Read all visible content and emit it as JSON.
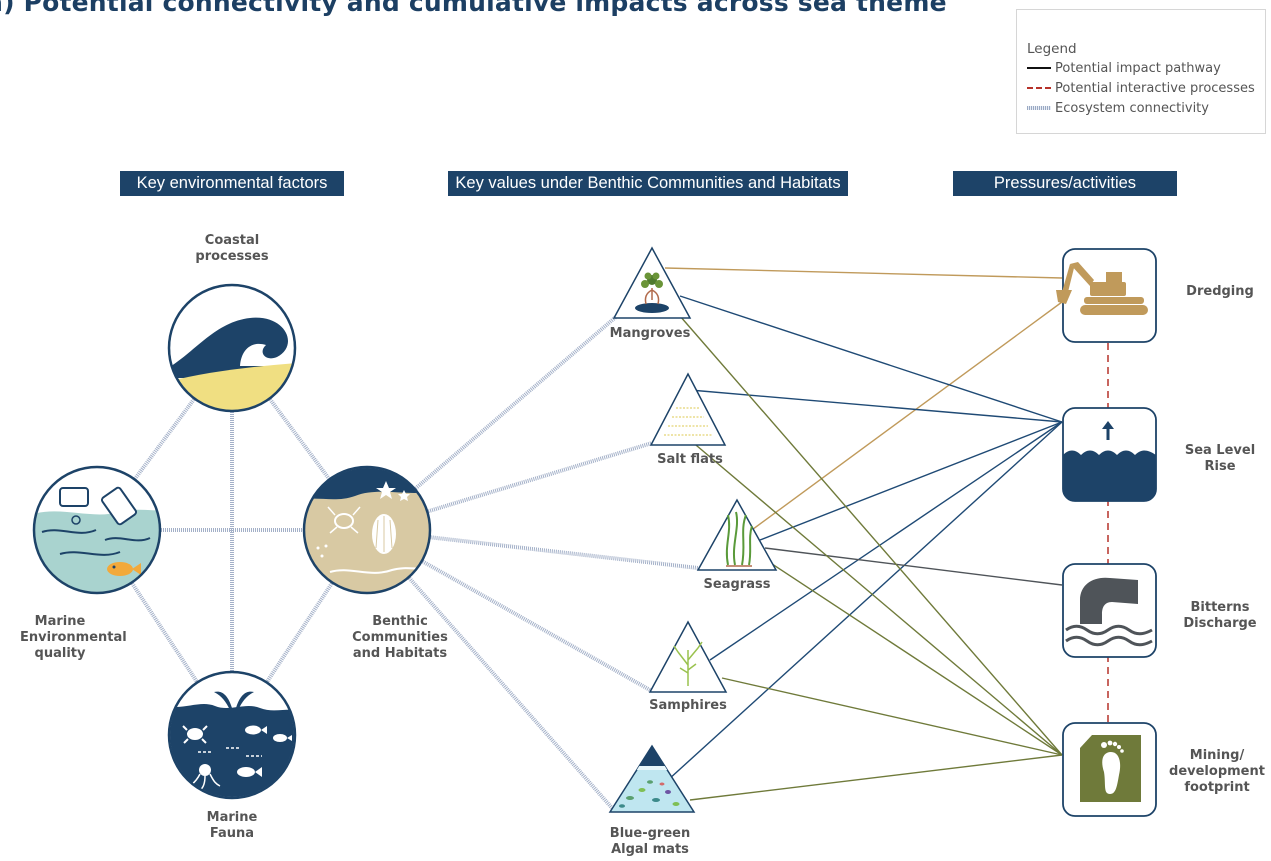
{
  "title": "a) Potential connectivity and cumulative impacts across sea theme",
  "legend": {
    "title": "Legend",
    "items": [
      {
        "label": "Potential impact pathway",
        "style": "solid",
        "color": "#111111"
      },
      {
        "label": "Potential interactive processes",
        "style": "dashed",
        "color": "#b6322a"
      },
      {
        "label": "Ecosystem connectivity",
        "style": "connectivity",
        "color": "#9aa9c3"
      }
    ]
  },
  "headers": {
    "factors": "Key environmental factors",
    "values": "Key values under Benthic Communities and Habitats",
    "pressures": "Pressures/activities"
  },
  "factors": {
    "coastal": {
      "line1": "Coastal",
      "line2": "processes"
    },
    "quality": {
      "line1": "Marine",
      "line2": "Environmental",
      "line3": "quality"
    },
    "benthic": {
      "line1": "Benthic",
      "line2": "Communities",
      "line3": "and Habitats"
    },
    "fauna": {
      "line1": "Marine",
      "line2": "Fauna"
    }
  },
  "values": {
    "mangroves": "Mangroves",
    "salt_flats": "Salt flats",
    "seagrass": "Seagrass",
    "samphires": "Samphires",
    "algal": {
      "line1": "Blue-green",
      "line2": "Algal mats"
    }
  },
  "pressures": {
    "dredging": "Dredging",
    "sea_level": {
      "line1": "Sea Level",
      "line2": "Rise"
    },
    "bitterns": {
      "line1": "Bitterns",
      "line2": "Discharge"
    },
    "mining": {
      "line1": "Mining/",
      "line2": "development",
      "line3": "footprint"
    }
  },
  "colors": {
    "navy": "#1d4368",
    "dredging": "#c09a5b",
    "sea_level": "#1f4a75",
    "bitterns": "#4f5459",
    "mining": "#6f7a3a"
  },
  "icons": {
    "coastal": "wave-icon",
    "quality": "pollution-icon",
    "benthic": "crab-shell-icon",
    "fauna": "whale-fish-icon",
    "mangroves": "mangrove-icon",
    "salt_flats": "salt-flat-icon",
    "seagrass": "seagrass-icon",
    "samphires": "samphire-icon",
    "algal": "algal-mat-icon",
    "dredging": "excavator-icon",
    "sea_level": "sea-level-arrow-icon",
    "bitterns": "discharge-pipe-icon",
    "mining": "footprint-icon"
  }
}
